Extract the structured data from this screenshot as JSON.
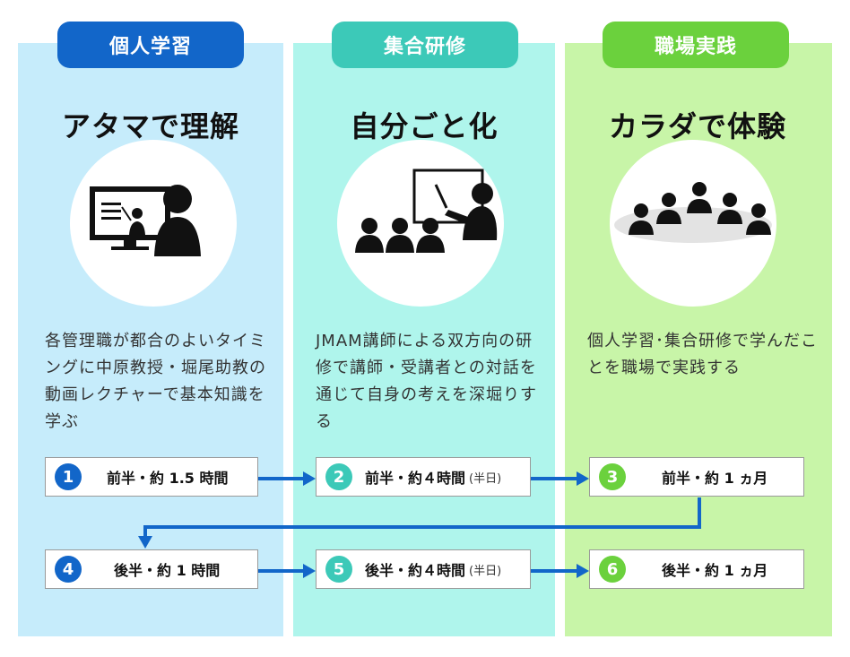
{
  "columns": [
    {
      "tag": "個人学習",
      "heading": "アタマで理解",
      "description": "各管理職が都合のよいタイミングに中原教授・堀尾助教の動画レクチャーで基本知識を学ぶ",
      "icon": "person-lecture-screen-icon",
      "accent": "#1266c9",
      "background": "#c6ecfb"
    },
    {
      "tag": "集合研修",
      "heading": "自分ごと化",
      "description": "JMAM講師による双方向の研修で講師・受講者との対話を通じて自身の考えを深堀りする",
      "icon": "instructor-audience-icon",
      "accent": "#3cc9b8",
      "background": "#aff5ec"
    },
    {
      "tag": "職場実践",
      "heading": "カラダで体験",
      "description": "個人学習･集合研修で学んだことを職場で実践する",
      "icon": "team-meeting-table-icon",
      "accent": "#6bd13d",
      "background": "#c8f5a8"
    }
  ],
  "steps": [
    {
      "number": "1",
      "label": "前半・約 1.5 時間",
      "note": ""
    },
    {
      "number": "2",
      "label": "前半・約４時間",
      "note": "(半日)"
    },
    {
      "number": "3",
      "label": "前半・約 1 ヵ月",
      "note": ""
    },
    {
      "number": "4",
      "label": "後半・約 1 時間",
      "note": ""
    },
    {
      "number": "5",
      "label": "後半・約４時間",
      "note": "(半日)"
    },
    {
      "number": "6",
      "label": "後半・約 1 ヵ月",
      "note": ""
    }
  ],
  "arrow_color": "#1266c9"
}
